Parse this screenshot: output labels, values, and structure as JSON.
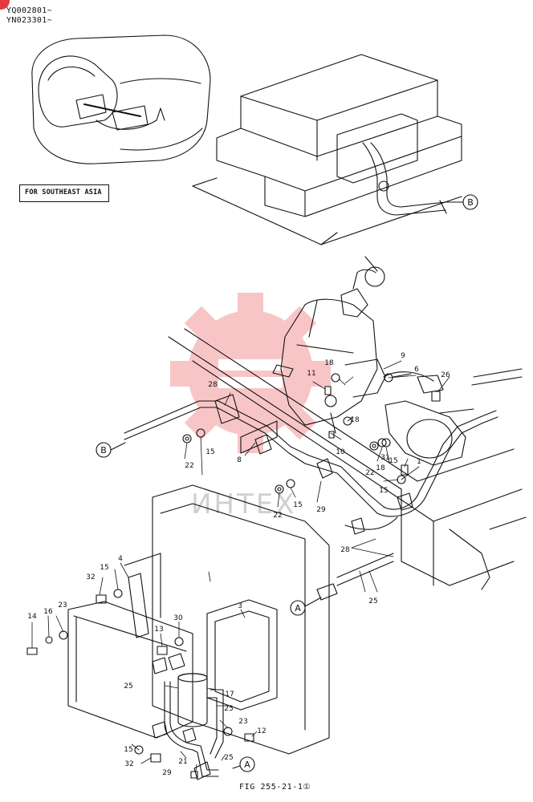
{
  "header": {
    "serial_ranges": [
      "YQ002801~",
      "YN023301~"
    ]
  },
  "region_note": "FOR SOUTHEAST ASIA",
  "figure_caption": "FIG 255-21-1①",
  "watermark": {
    "text": "ИНТЕХ",
    "color": "#e8343a"
  },
  "callouts": [
    {
      "id": "1",
      "label": "1"
    },
    {
      "id": "3",
      "label": "3"
    },
    {
      "id": "4",
      "label": "4"
    },
    {
      "id": "6",
      "label": "6"
    },
    {
      "id": "8",
      "label": "8"
    },
    {
      "id": "9",
      "label": "9"
    },
    {
      "id": "10",
      "label": "10"
    },
    {
      "id": "11",
      "label": "11"
    },
    {
      "id": "12",
      "label": "12"
    },
    {
      "id": "13",
      "label": "13"
    },
    {
      "id": "14",
      "label": "14"
    },
    {
      "id": "15",
      "label": "15"
    },
    {
      "id": "16",
      "label": "16"
    },
    {
      "id": "17",
      "label": "17"
    },
    {
      "id": "18",
      "label": "18"
    },
    {
      "id": "21",
      "label": "21"
    },
    {
      "id": "22",
      "label": "22"
    },
    {
      "id": "23",
      "label": "23"
    },
    {
      "id": "25",
      "label": "25"
    },
    {
      "id": "26",
      "label": "26"
    },
    {
      "id": "28",
      "label": "28"
    },
    {
      "id": "29",
      "label": "29"
    },
    {
      "id": "30",
      "label": "30"
    },
    {
      "id": "31",
      "label": "31"
    },
    {
      "id": "32",
      "label": "32"
    }
  ],
  "connectors": {
    "a": "A",
    "b": "B"
  }
}
